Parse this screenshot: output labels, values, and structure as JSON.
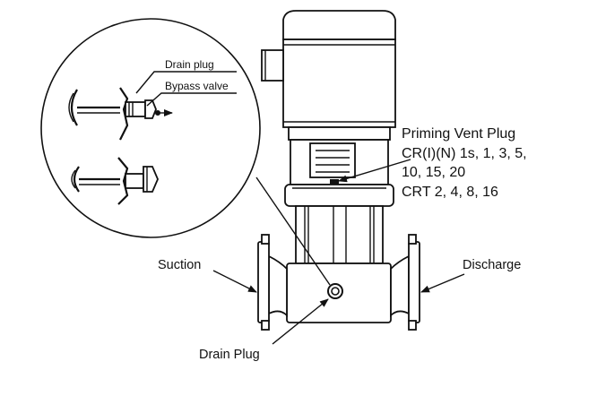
{
  "labels": {
    "drain_plug_detail": "Drain plug",
    "bypass_valve": "Bypass valve",
    "priming_vent_plug": "Priming Vent Plug",
    "priming_line_2": "CR(I)(N) 1s, 1, 3, 5,",
    "priming_line_3": "10, 15, 20",
    "priming_line_4": "CRT 2, 4, 8, 16",
    "suction": "Suction",
    "discharge": "Discharge",
    "drain_plug": "Drain Plug"
  }
}
